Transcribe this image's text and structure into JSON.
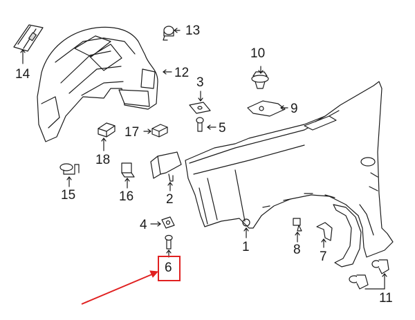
{
  "callouts": {
    "c1": "1",
    "c2": "2",
    "c3": "3",
    "c4": "4",
    "c5": "5",
    "c6": "6",
    "c7": "7",
    "c8": "8",
    "c9": "9",
    "c10": "10",
    "c11": "11",
    "c12": "12",
    "c13": "13",
    "c14": "14",
    "c15": "15",
    "c16": "16",
    "c17": "17",
    "c18": "18"
  },
  "highlight": {
    "callout": "6",
    "color": "#e02020"
  },
  "colors": {
    "line": "#1a1a1a",
    "part_fill": "#ffffff",
    "shade": "#d9d9d9"
  }
}
